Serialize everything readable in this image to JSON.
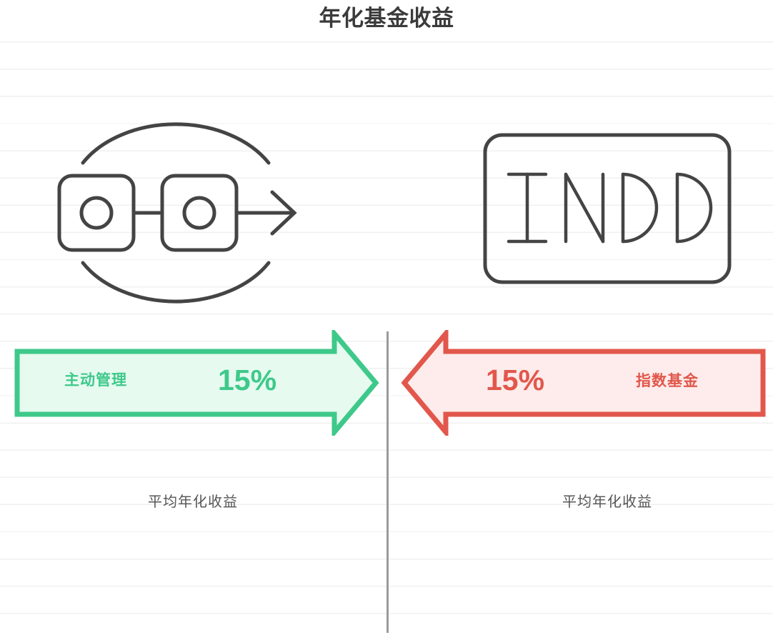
{
  "page": {
    "title": "年化基金收益",
    "background_color": "#ffffff",
    "gridline_color": "#f0f0f0",
    "divider_color": "#9a9a9a",
    "title_color": "#3b3b3b",
    "caption_color": "#555555"
  },
  "left_panel": {
    "icon_name": "transfer-sync-icon",
    "arrow": {
      "direction": "right",
      "label": "主动管理",
      "value": "15%",
      "stroke_color": "#3ec98a",
      "fill_color": "#e6faf0"
    },
    "caption": "平均年化收益"
  },
  "right_panel": {
    "icon_name": "indd-card-icon",
    "icon_text": "INDD",
    "arrow": {
      "direction": "left",
      "label": "指数基金",
      "value": "15%",
      "stroke_color": "#e2574c",
      "fill_color": "#fdeceb"
    },
    "caption": "平均年化收益"
  },
  "chart_data": {
    "type": "bar",
    "title": "年化基金收益",
    "categories": [
      "主动管理",
      "指数基金"
    ],
    "values": [
      15,
      15
    ],
    "value_labels": [
      "15%",
      "15%"
    ],
    "series": [
      {
        "name": "主动管理",
        "values": [
          15
        ],
        "color": "#3ec98a",
        "direction": "right",
        "caption": "平均年化收益"
      },
      {
        "name": "指数基金",
        "values": [
          15
        ],
        "color": "#e2574c",
        "direction": "left",
        "caption": "平均年化收益"
      }
    ],
    "xlabel": "",
    "ylabel": "平均年化收益",
    "unit": "%",
    "grid": true,
    "legend": "none"
  }
}
